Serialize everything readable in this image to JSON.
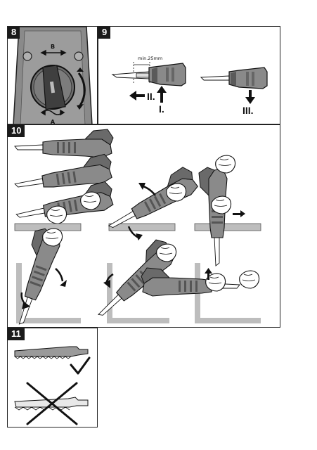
{
  "panels": {
    "p8": {
      "badge": "8",
      "label_b": "B",
      "label_a": "A"
    },
    "p9": {
      "badge": "9",
      "dimension": "min.25mm",
      "step_1": "I.",
      "step_2": "II.",
      "step_3": "III."
    },
    "p10": {
      "badge": "10"
    },
    "p11": {
      "badge": "11"
    }
  },
  "colors": {
    "tool_body": "#7a7a7a",
    "tool_dark": "#4d4d4d",
    "surface": "#bdbdbd",
    "ink": "#1a1a1a"
  }
}
